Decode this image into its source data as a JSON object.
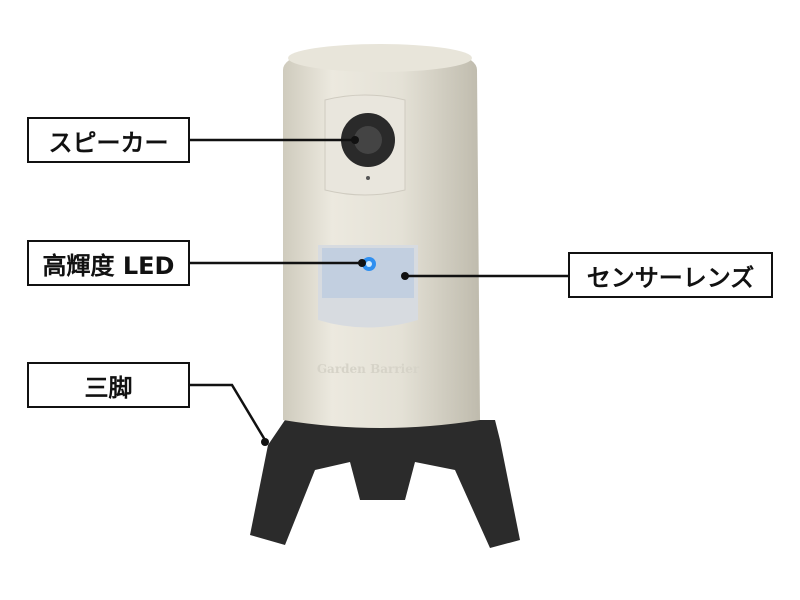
{
  "labels": {
    "speaker": "スピーカー",
    "led": "高輝度 LED",
    "tripod": "三脚",
    "sensor": "センサーレンズ"
  },
  "device": {
    "brand": "Garden Barrier"
  }
}
